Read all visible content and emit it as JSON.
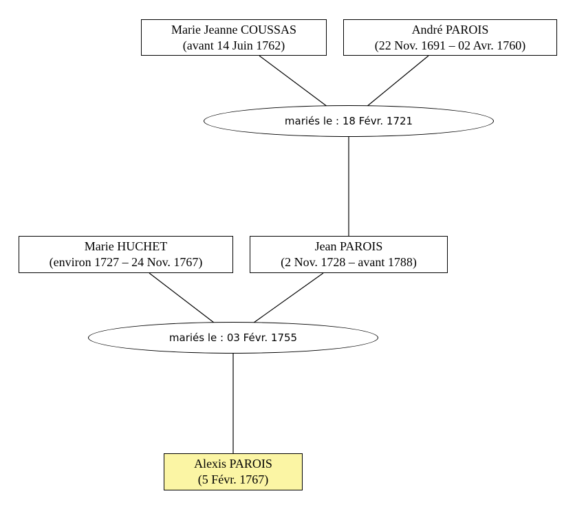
{
  "people": {
    "coussas": {
      "name": "Marie Jeanne COUSSAS",
      "dates": "(avant 14 Juin 1762)"
    },
    "andre": {
      "name": "André PAROIS",
      "dates": "(22 Nov. 1691 – 02 Avr. 1760)"
    },
    "huchet": {
      "name": "Marie HUCHET",
      "dates": "(environ 1727 – 24 Nov. 1767)"
    },
    "jean": {
      "name": "Jean PAROIS",
      "dates": "(2 Nov. 1728 – avant 1788)"
    },
    "alexis": {
      "name": "Alexis PAROIS",
      "dates": "(5 Févr. 1767)"
    }
  },
  "unions": {
    "first": {
      "label": "mariés le : 18 Févr. 1721"
    },
    "second": {
      "label": "mariés le : 03 Févr. 1755"
    }
  },
  "colors": {
    "highlight": "#fbf5a4",
    "border": "#000000",
    "background": "#ffffff"
  }
}
